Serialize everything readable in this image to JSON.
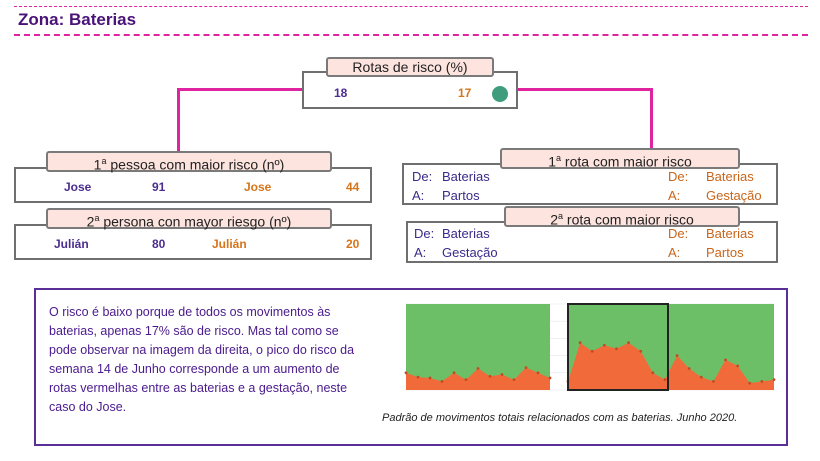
{
  "header": {
    "title": "Zona: Baterias"
  },
  "top": {
    "label": "Rotas de risco (%)",
    "value_left": "18",
    "value_right": "17"
  },
  "person1": {
    "label_prefix": "1",
    "label_sup": "a",
    "label_rest": " pessoa com maior risco (nº)",
    "left_name": "Jose",
    "left_value": "91",
    "right_name": "Jose",
    "right_value": "44"
  },
  "person2": {
    "label_prefix": "2",
    "label_sup": "a",
    "label_rest": " persona con mayor riesgo (nº)",
    "left_name": "Julián",
    "left_value": "80",
    "right_name": "Julián",
    "right_value": "20"
  },
  "route1": {
    "label_prefix": "1",
    "label_sup": "a",
    "label_rest": " rota com maior risco",
    "left_de_label": "De:",
    "left_de": "Baterias",
    "left_a_label": "A:",
    "left_a": "Partos",
    "right_de_label": "De:",
    "right_de": "Baterias",
    "right_a_label": "A:",
    "right_a": "Gestação"
  },
  "route2": {
    "label_prefix": "2",
    "label_sup": "a",
    "label_rest": " rota com maior risco",
    "left_de_label": "De:",
    "left_de": "Baterias",
    "left_a_label": "A:",
    "left_a": "Gestação",
    "right_de_label": "De:",
    "right_de": "Baterias",
    "right_a_label": "A:",
    "right_a": "Partos"
  },
  "info": {
    "text": "O risco é baixo porque de todos os movimentos às baterias, apenas 17% são de risco. Mas tal como se pode observar na imagem da direita, o pico do risco da semana 14 de Junho corresponde a um aumento de rotas vermelhas entre as baterias e a gestação, neste caso do Jose.",
    "caption": "Padrão de movimentos totais relacionados com as baterias. Junho 2020."
  },
  "colors": {
    "accent": "#e0249f",
    "purple": "#4b2d8f",
    "orange": "#d6741a",
    "green": "#6dbf67",
    "red": "#f06a3a",
    "dot": "#3f9c7d"
  },
  "chart_data": {
    "type": "area",
    "series": [
      {
        "values": [
          20,
          15,
          14,
          10,
          20,
          12,
          25,
          16,
          18,
          12,
          26,
          20,
          14
        ]
      },
      {
        "values": [
          10,
          55,
          45,
          52,
          48,
          55,
          45,
          20,
          12,
          40,
          25,
          15,
          10,
          35,
          28,
          8,
          10,
          12
        ]
      }
    ],
    "ylim": [
      0,
      100
    ]
  }
}
